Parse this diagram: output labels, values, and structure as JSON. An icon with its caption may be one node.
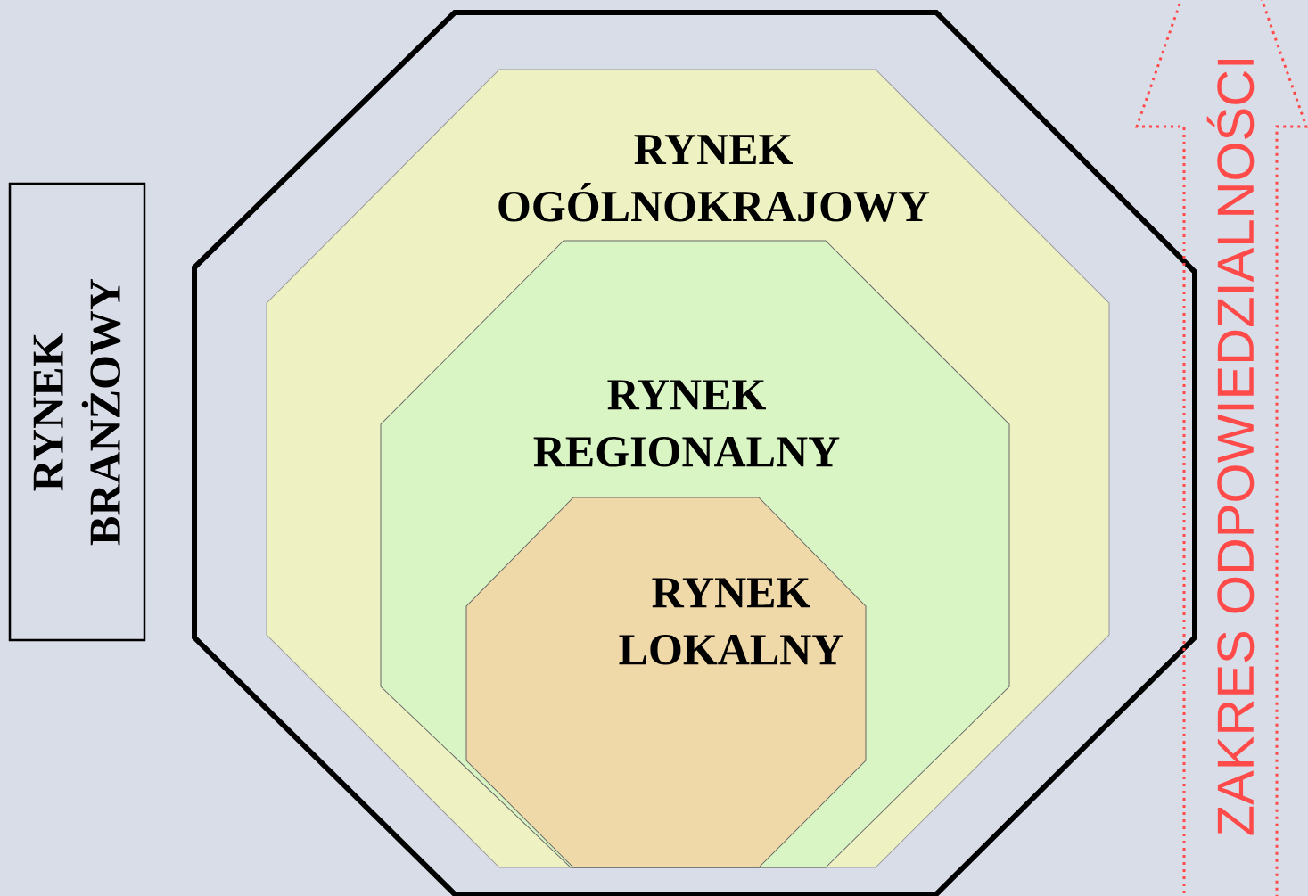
{
  "diagram": {
    "nodes": [
      {
        "text": [],
        "shape": "octagon"
      },
      {
        "text": [
          "RYNEK OGÓLNOKRAJOWY"
        ],
        "in": 0
      },
      {
        "text": [
          "RYNEK REGIONALNY"
        ],
        "in": 1
      },
      {
        "text": [
          "RYNEK LOKALNY"
        ],
        "in": 2
      },
      {
        "text": [
          "RYNEK BRANŻOWY"
        ]
      },
      {
        "text": [
          "ZAKRES ODPOWIEDZIALNOŚCI"
        ]
      }
    ]
  }
}
